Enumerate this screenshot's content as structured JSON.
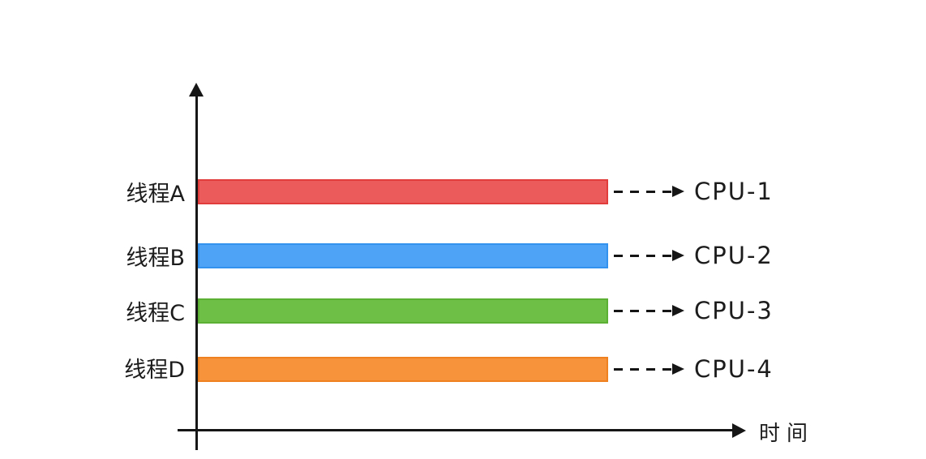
{
  "diagram": {
    "x_axis_label": "时间",
    "rows": [
      {
        "thread": "线程A",
        "cpu": "CPU-1",
        "bar_color": "#EC5B5B",
        "bar_border": "#E23D3D"
      },
      {
        "thread": "线程B",
        "cpu": "CPU-2",
        "bar_color": "#4FA3F6",
        "bar_border": "#3392EE"
      },
      {
        "thread": "线程C",
        "cpu": "CPU-3",
        "bar_color": "#6DBF46",
        "bar_border": "#5CB135"
      },
      {
        "thread": "线程D",
        "cpu": "CPU-4",
        "bar_color": "#F7943B",
        "bar_border": "#EF8121"
      }
    ],
    "colors": {
      "axis": "#161616",
      "text": "#1c1c1c",
      "background": "#ffffff"
    }
  }
}
